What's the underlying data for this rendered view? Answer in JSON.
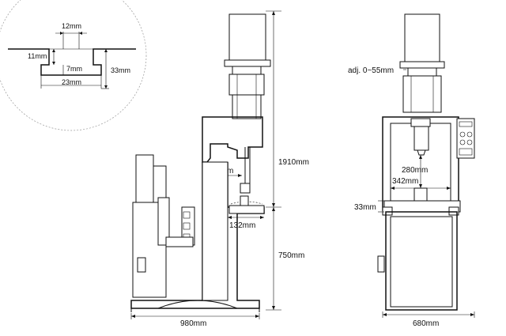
{
  "tslot_detail": {
    "top_width": "12mm",
    "neck_height": "11mm",
    "slot_height": "7mm",
    "total_depth": "33mm",
    "bottom_width": "23mm"
  },
  "side_view": {
    "total_height": "1910mm",
    "throat_depth": "290mm",
    "table_height": "750mm",
    "table_depth": "132mm",
    "overall_depth": "980mm"
  },
  "front_view": {
    "adjustment": "adj. 0~55mm",
    "stroke": "280mm",
    "opening": "342mm",
    "table_thickness": "33mm",
    "overall_width": "680mm"
  }
}
